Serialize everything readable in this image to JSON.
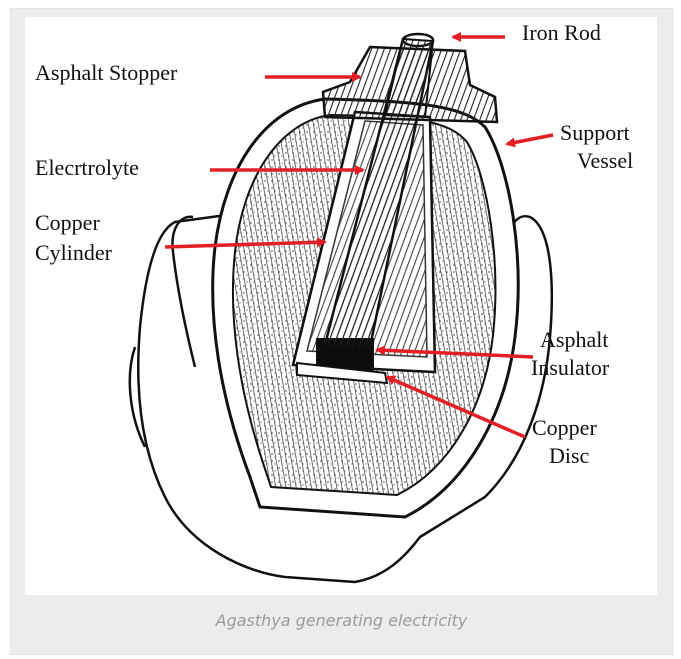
{
  "diagram": {
    "labels": {
      "iron_rod": "Iron Rod",
      "asphalt_stopper": "Asphalt Stopper",
      "electrolyte": "Elecrtrolyte",
      "copper_cylinder_1": "Copper",
      "copper_cylinder_2": "Cylinder",
      "support_vessel_1": "Support",
      "support_vessel_2": "Vessel",
      "asphalt_insulator_1": "Asphalt",
      "asphalt_insulator_2": "Insulator",
      "copper_disc_1": "Copper",
      "copper_disc_2": "Disc"
    },
    "arrow_color": "#e31e24"
  },
  "caption": "Agasthya generating electricity"
}
